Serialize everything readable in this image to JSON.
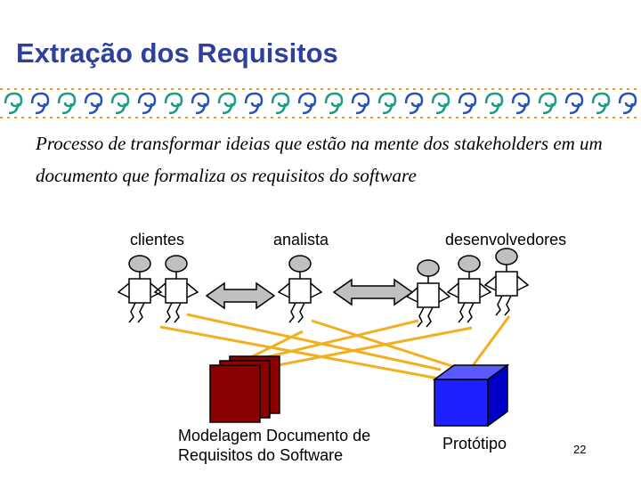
{
  "slide": {
    "title": "Extração dos Requisitos",
    "intro": "Processo de transformar  ideias  que  estão na mente  dos stakeholders  em um documento que formaliza os requisitos do software",
    "page_number": "22"
  },
  "groups": {
    "clientes": "clientes",
    "analista": "analista",
    "desenvolvedores": "desenvolvedores"
  },
  "outputs": {
    "modelagem": "Modelagem Documento de Requisitos do Software",
    "prototipo": "Protótipo"
  },
  "colors": {
    "title": "#2e3f9e",
    "border_green": "#1f9a86",
    "border_blue": "#2a52b0",
    "head_fill": "#c0c0c0",
    "connector_line": "#f0b020",
    "arrow_fill": "#c0c0c0",
    "document_fill": "#8b0000",
    "prototype_fill": "#1f20ff"
  }
}
